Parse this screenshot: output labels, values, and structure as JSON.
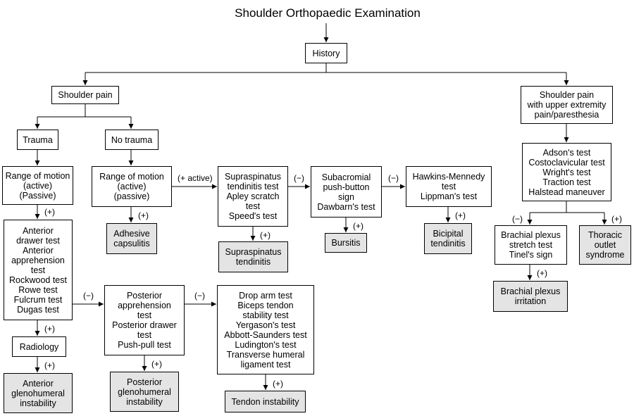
{
  "title": "Shoulder Orthopaedic Examination",
  "colors": {
    "line": "#000000",
    "outcome_fill": "#e4e4e4",
    "box_fill": "#ffffff"
  },
  "nodes": {
    "history": "History",
    "shoulder_pain": "Shoulder pain",
    "shoulder_pain_upper": "Shoulder pain\nwith upper extremity\npain/paresthesia",
    "trauma": "Trauma",
    "no_trauma": "No trauma",
    "rom_trauma": "Range of motion\n(active)\n(Passive)",
    "rom_no_trauma": "Range of motion\n(active)\n(passive)",
    "supraspinatus_tests": "Supraspinatus\ntendinitis test\nApley scratch\ntest\nSpeed's test",
    "subacromial_tests": "Subacromial\npush-button\nsign\nDawbarn's test",
    "hawkins_tests": "Hawkins-Mennedy\ntest\nLippman's test",
    "adson_tests": "Adson's test\nCostoclavicular test\nWright's test\nTraction test\nHalstead maneuver",
    "anterior_tests": "Anterior\ndrawer test\nAnterior\napprehension\ntest\nRockwood test\nRowe test\nFulcrum test\nDugas test",
    "adhesive_capsulitis": "Adhesive\ncapsulitis",
    "supraspinatus_tendinitis": "Supraspinatus\ntendinitis",
    "bursitis": "Bursitis",
    "bicipital_tendinitis": "Bicipital\ntendinitis",
    "brachial_tests": "Brachial plexus\nstretch test\nTinel's sign",
    "thoracic_outlet": "Thoracic\noutlet\nsyndrome",
    "brachial_irritation": "Brachial plexus\nirritation",
    "posterior_tests": "Posterior\napprehension\ntest\nPosterior drawer\ntest\nPush-pull test",
    "drop_arm_tests": "Drop arm test\nBiceps tendon\nstability test\nYergason's test\nAbbott-Saunders test\nLudington's test\nTransverse humeral\nligament test",
    "radiology": "Radiology",
    "anterior_instability": "Anterior\nglenohumeral\ninstability",
    "posterior_instability": "Posterior\nglenohumeral\ninstability",
    "tendon_instability": "Tendon instability"
  },
  "edge_labels": {
    "plus_active": "(+ active)",
    "minus_1": "(−)",
    "minus_2": "(−)",
    "plus_rom": "(+)",
    "plus_adhesive": "(+)",
    "plus_supra": "(+)",
    "plus_bursitis": "(+)",
    "plus_bicipital": "(+)",
    "minus_brachial": "(−)",
    "plus_thoracic": "(+)",
    "plus_irritation": "(+)",
    "minus_posterior": "(−)",
    "minus_drop": "(−)",
    "plus_radiology": "(+)",
    "plus_anterior": "(+)",
    "plus_posterior": "(+)",
    "plus_tendon": "(+)"
  }
}
